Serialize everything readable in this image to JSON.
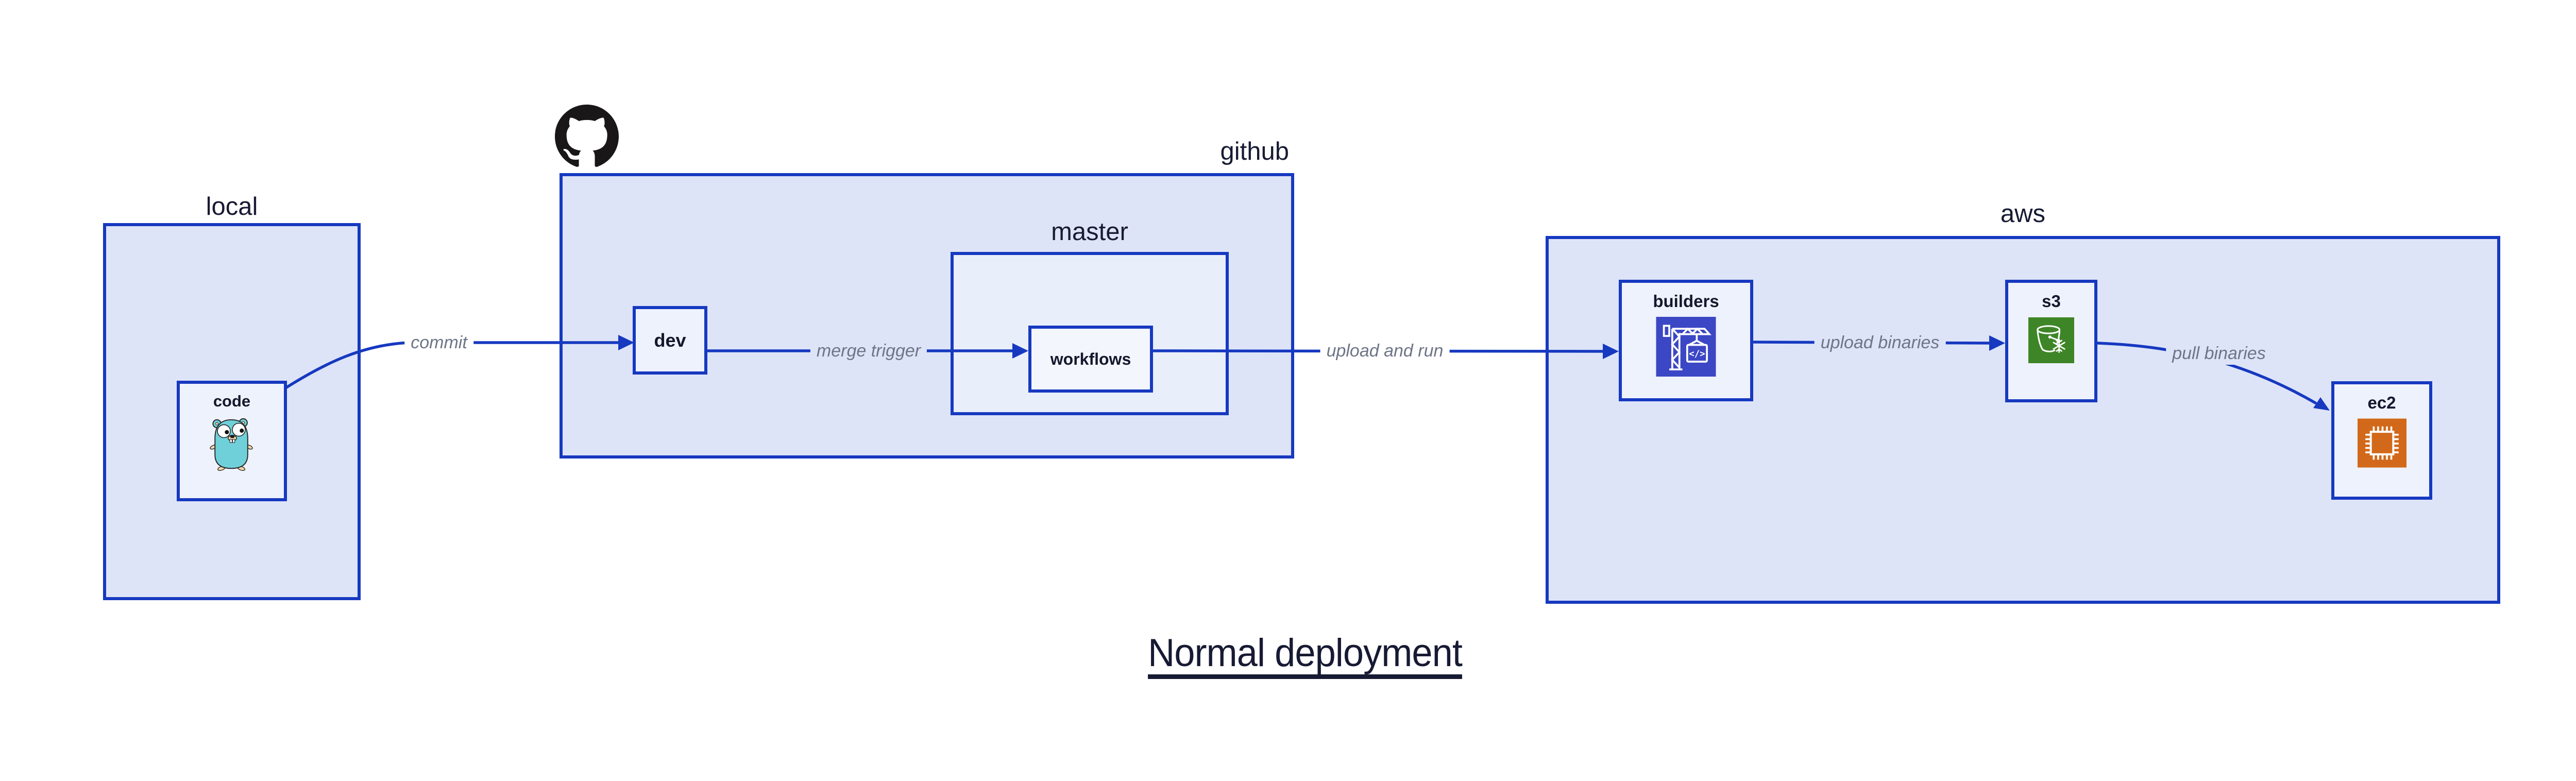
{
  "title": {
    "text": "Normal deployment"
  },
  "groups": {
    "local": {
      "label": "local"
    },
    "github": {
      "label": "github"
    },
    "master": {
      "label": "master"
    },
    "aws": {
      "label": "aws"
    }
  },
  "nodes": {
    "code": {
      "label": "code",
      "icon": "go-gopher-icon"
    },
    "dev": {
      "label": "dev"
    },
    "workflows": {
      "label": "workflows"
    },
    "builders": {
      "label": "builders",
      "icon": "codebuild-crane-icon"
    },
    "s3": {
      "label": "s3",
      "icon": "s3-glacier-bucket-icon"
    },
    "ec2": {
      "label": "ec2",
      "icon": "ec2-chip-icon"
    }
  },
  "edges": {
    "commit": {
      "label": "commit"
    },
    "merge_trigger": {
      "label": "merge trigger"
    },
    "upload_and_run": {
      "label": "upload and run"
    },
    "upload_binaries": {
      "label": "upload binaries"
    },
    "pull_binaries": {
      "label": "pull binaries"
    }
  },
  "logos": {
    "github_mark": "github-octocat-logo"
  },
  "colors": {
    "canvas_bg": "#ffffff",
    "box_border": "#1639c0",
    "arrow": "#1639c0",
    "group_fill": "#dee4f8",
    "master_fill": "#e9eefb",
    "node_fill": "#eef2fc",
    "heading_text": "#171b33",
    "node_text": "#14182d",
    "edge_label_text": "#6e7587",
    "github_logo": "#191717",
    "gopher_teal": "#6fd0da",
    "codebuild_purple": "#3c47c5",
    "glacier_green": "#3e8527",
    "ec2_orange": "#d2691a"
  }
}
